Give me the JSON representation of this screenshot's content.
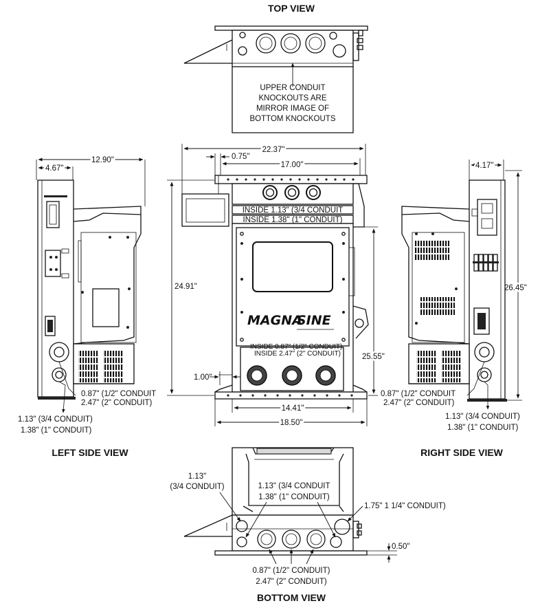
{
  "views": {
    "top": "TOP VIEW",
    "left_side": "LEFT SIDE VIEW",
    "right_side": "RIGHT SIDE VIEW",
    "bottom": "BOTTOM VIEW"
  },
  "top_note": [
    "UPPER CONDUIT",
    "KNOCKOUTS ARE",
    "MIRROR IMAGE OF",
    "BOTTOM KNOCKOUTS"
  ],
  "front": {
    "overall_width": "22.37\"",
    "offset": "0.75\"",
    "inner_width": "17.00\"",
    "inside_upper_1": "INSIDE 1.13\" (3/4 CONDUIT",
    "inside_upper_2": "INSIDE 1.38\" (1\" CONDUIT)",
    "inside_lower_1": "INSIDE 0.87\" (1/2\" CONDUIT)",
    "inside_lower_2": "INSIDE  2.47\" (2\" CONDUIT)",
    "height_left": "24.91\"",
    "height_right": "25.55\"",
    "bottom_offset": "1.00\"",
    "base_inner": "14.41\"",
    "base_outer": "18.50\"",
    "logo_left": "MAGNA",
    "logo_right": "SINE"
  },
  "left_side": {
    "depth": "12.90\"",
    "front_depth": "4.67\"",
    "conduit_a_1": "0.87\" (1/2\" CONDUIT",
    "conduit_a_2": "2.47\" (2\" CONDUIT)",
    "conduit_b_1": "1.13\" (3/4 CONDUIT)",
    "conduit_b_2": "1.38\" (1\" CONDUIT)"
  },
  "right_side": {
    "front_depth": "4.17\"",
    "height": "26.45\"",
    "conduit_a_1": "0.87\" (1/2\" CONDUIT",
    "conduit_a_2": "2.47\" (2\" CONDUIT)",
    "conduit_b_1": "1.13\" (3/4 CONDUIT)",
    "conduit_b_2": "1.38\" (1\" CONDUIT)"
  },
  "bottom": {
    "left_1": "1.13\"",
    "left_2": "(3/4 CONDUIT)",
    "center_1": "1.13\" (3/4 CONDUIT",
    "center_2": "1.38\" (1\" CONDUIT)",
    "right": "1.75\" 1 1/4\" CONDUIT)",
    "height": "0.50\"",
    "under_1": "0.87\" (1/2\" CONDUIT)",
    "under_2": "2.47\" (2\" CONDUIT)"
  }
}
